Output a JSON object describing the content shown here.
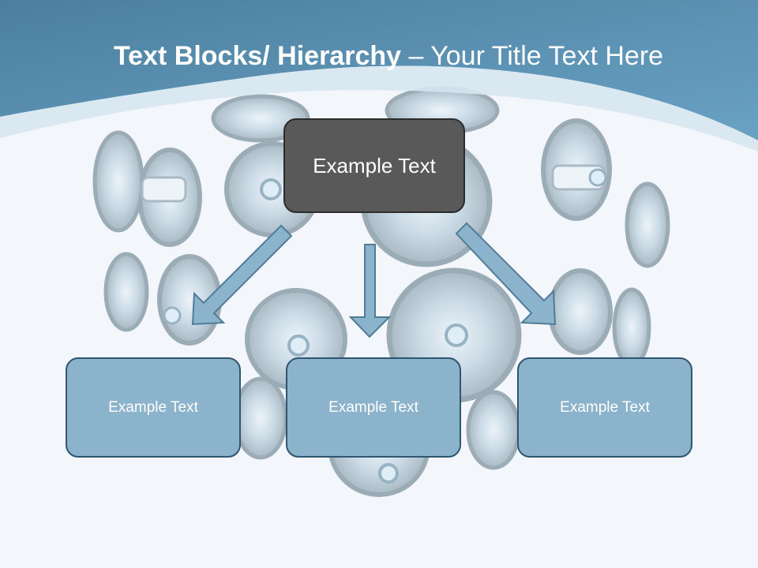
{
  "title": {
    "bold": "Text Blocks/ Hierarchy",
    "rest": " – Your Title Text Here"
  },
  "hierarchy": {
    "root": "Example Text",
    "children": [
      "Example Text",
      "Example Text",
      "Example Text"
    ]
  },
  "colors": {
    "header": "#5b93b6",
    "root_box": "#595959",
    "child_box": "#8cb3cc",
    "arrow": "#8cb3cc"
  },
  "background_image": "megaphones"
}
